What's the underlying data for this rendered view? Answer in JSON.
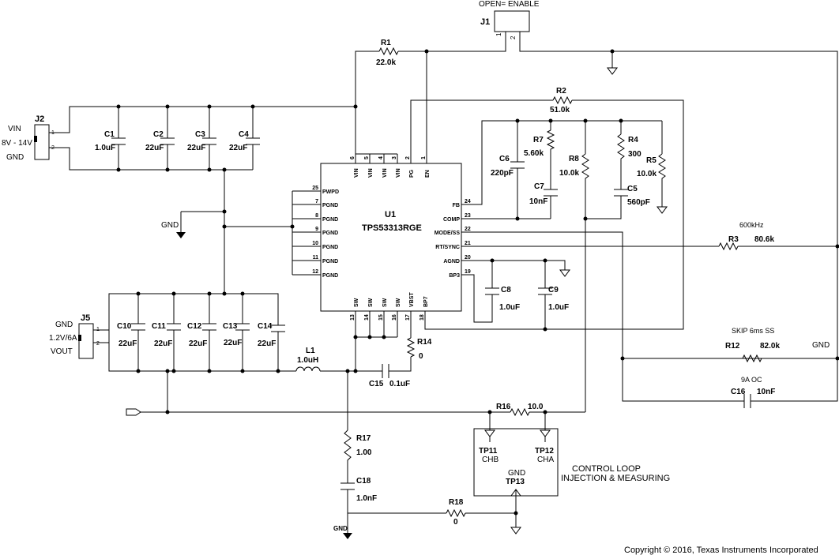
{
  "jumpers": {
    "j1": {
      "ref": "J1",
      "note": "OPEN= ENABLE",
      "pin1": "1",
      "pin2": "2"
    },
    "j2": {
      "ref": "J2",
      "vin": "VIN",
      "range": "8V - 14V",
      "gnd": "GND",
      "pin1": "1",
      "pin2": "2"
    },
    "j5": {
      "ref": "J5",
      "gnd": "GND",
      "spec": "1.2V/6A",
      "vout": "VOUT",
      "pin1": "1",
      "pin2": "2"
    }
  },
  "ic": {
    "ref": "U1",
    "part": "TPS53313RGE",
    "top_pins": [
      {
        "num": "6",
        "name": "VIN"
      },
      {
        "num": "5",
        "name": "VIN"
      },
      {
        "num": "4",
        "name": "VIN"
      },
      {
        "num": "3",
        "name": "VIN"
      },
      {
        "num": "2",
        "name": "PG"
      },
      {
        "num": "1",
        "name": "EN"
      }
    ],
    "left_pins": [
      {
        "num": "25",
        "name": "PWPD"
      },
      {
        "num": "7",
        "name": "PGND"
      },
      {
        "num": "8",
        "name": "PGND"
      },
      {
        "num": "9",
        "name": "PGND"
      },
      {
        "num": "10",
        "name": "PGND"
      },
      {
        "num": "11",
        "name": "PGND"
      },
      {
        "num": "12",
        "name": "PGND"
      }
    ],
    "right_pins": [
      {
        "num": "24",
        "name": "FB"
      },
      {
        "num": "23",
        "name": "COMP"
      },
      {
        "num": "22",
        "name": "MODE/SS"
      },
      {
        "num": "21",
        "name": "RT/SYNC"
      },
      {
        "num": "20",
        "name": "AGND"
      },
      {
        "num": "19",
        "name": "BP3"
      }
    ],
    "bottom_pins": [
      {
        "num": "13",
        "name": "SW"
      },
      {
        "num": "14",
        "name": "SW"
      },
      {
        "num": "15",
        "name": "SW"
      },
      {
        "num": "16",
        "name": "SW"
      },
      {
        "num": "17",
        "name": "VBST"
      },
      {
        "num": "18",
        "name": "BP7"
      }
    ]
  },
  "components": {
    "r1": {
      "ref": "R1",
      "value": "22.0k"
    },
    "r2": {
      "ref": "R2",
      "value": "51.0k"
    },
    "r3": {
      "ref": "R3",
      "value": "80.6k",
      "note": "600kHz"
    },
    "r4": {
      "ref": "R4",
      "value": "300"
    },
    "r5": {
      "ref": "R5",
      "value": "10.0k"
    },
    "r7": {
      "ref": "R7",
      "value": "5.60k"
    },
    "r8": {
      "ref": "R8",
      "value": "10.0k"
    },
    "r12": {
      "ref": "R12",
      "value": "82.0k",
      "note": "SKIP 6ms SS",
      "net": "GND"
    },
    "r14": {
      "ref": "R14",
      "value": "0"
    },
    "r16": {
      "ref": "R16",
      "value": "10.0"
    },
    "r17": {
      "ref": "R17",
      "value": "1.00"
    },
    "r18": {
      "ref": "R18",
      "value": "0"
    },
    "c1": {
      "ref": "C1",
      "value": "1.0uF"
    },
    "c2": {
      "ref": "C2",
      "value": "22uF"
    },
    "c3": {
      "ref": "C3",
      "value": "22uF"
    },
    "c4": {
      "ref": "C4",
      "value": "22uF"
    },
    "c5": {
      "ref": "C5",
      "value": "560pF"
    },
    "c6": {
      "ref": "C6",
      "value": "220pF"
    },
    "c7": {
      "ref": "C7",
      "value": "10nF"
    },
    "c8": {
      "ref": "C8",
      "value": "1.0uF"
    },
    "c9": {
      "ref": "C9",
      "value": "1.0uF"
    },
    "c10": {
      "ref": "C10",
      "value": "22uF"
    },
    "c11": {
      "ref": "C11",
      "value": "22uF"
    },
    "c12": {
      "ref": "C12",
      "value": "22uF"
    },
    "c13": {
      "ref": "C13",
      "value": "22uF"
    },
    "c14": {
      "ref": "C14",
      "value": "22uF"
    },
    "c15": {
      "ref": "C15",
      "value": "0.1uF"
    },
    "c16": {
      "ref": "C16",
      "value": "10nF",
      "note": "9A OC"
    },
    "c18": {
      "ref": "C18",
      "value": "1.0nF"
    },
    "l1": {
      "ref": "L1",
      "value": "1.0uH"
    }
  },
  "test_points": {
    "tp11": {
      "ref": "TP11",
      "label": "CHB"
    },
    "tp12": {
      "ref": "TP12",
      "label": "CHA"
    },
    "tp13": {
      "ref": "TP13",
      "label": "GND"
    }
  },
  "labels": {
    "gnd_left": "GND",
    "gnd_bottom": "GND",
    "control_loop_1": "CONTROL LOOP",
    "control_loop_2": "INJECTION & MEASURING",
    "copyright": "Copyright © 2016, Texas Instruments Incorporated"
  }
}
